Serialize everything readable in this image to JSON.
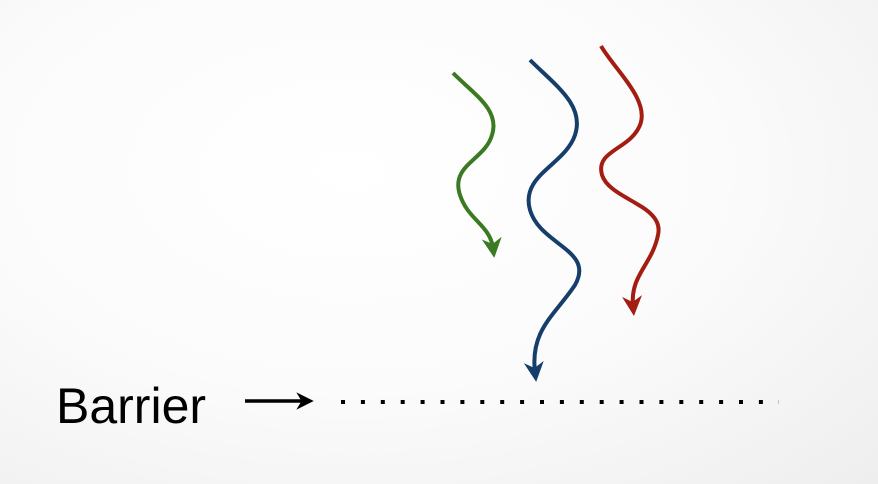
{
  "diagram": {
    "barrier_label": "Barrier",
    "colors": {
      "green": "#3a7a22",
      "blue": "#163e6b",
      "red": "#a31d10",
      "black": "#000000"
    },
    "waves": [
      "green",
      "blue",
      "red"
    ]
  }
}
